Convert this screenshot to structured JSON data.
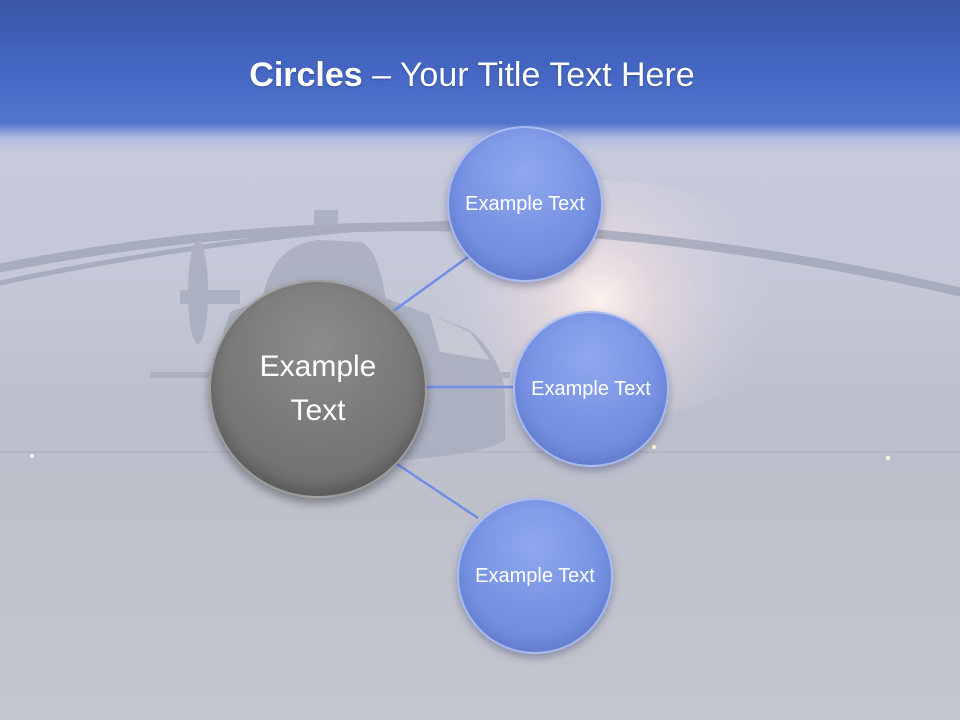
{
  "slide": {
    "title_bold": "Circles",
    "title_rest": " – Your Title Text Here"
  },
  "diagram": {
    "center": {
      "label": "Example Text"
    },
    "nodes": [
      {
        "label": "Example Text"
      },
      {
        "label": "Example Text"
      },
      {
        "label": "Example Text"
      }
    ]
  },
  "colors": {
    "header": "#4466c2",
    "node_fill": "#7b94e2",
    "center_fill": "#787878",
    "connector": "#6f8ee6"
  }
}
